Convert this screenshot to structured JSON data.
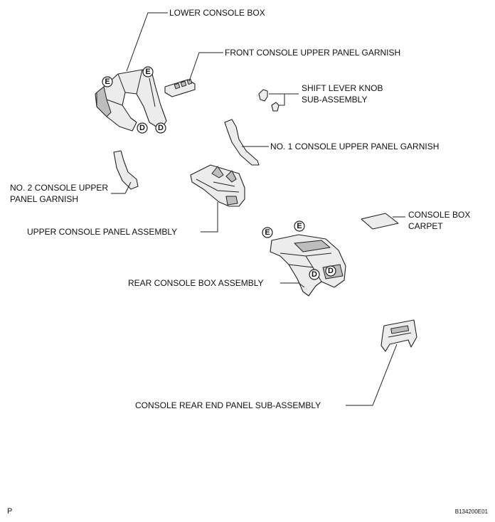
{
  "labels": {
    "lower_console_box": "LOWER CONSOLE BOX",
    "front_console_upper_panel_garnish": "FRONT CONSOLE UPPER PANEL GARNISH",
    "shift_lever_knob_line1": "SHIFT LEVER KNOB",
    "shift_lever_knob_line2": "SUB-ASSEMBLY",
    "no1_console_upper_panel_garnish": "NO. 1 CONSOLE UPPER PANEL GARNISH",
    "no2_console_upper_line1": "NO. 2 CONSOLE UPPER",
    "no2_console_upper_line2": "PANEL GARNISH",
    "console_box_carpet_line1": "CONSOLE BOX",
    "console_box_carpet_line2": "CARPET",
    "upper_console_panel_assembly": "UPPER CONSOLE PANEL ASSEMBLY",
    "rear_console_box_assembly": "REAR CONSOLE BOX ASSEMBLY",
    "console_rear_end_panel": "CONSOLE REAR END PANEL SUB-ASSEMBLY"
  },
  "markers": {
    "e": "E",
    "d": "D"
  },
  "footer": {
    "page_letter": "P",
    "figure_code": "B134200E01"
  }
}
